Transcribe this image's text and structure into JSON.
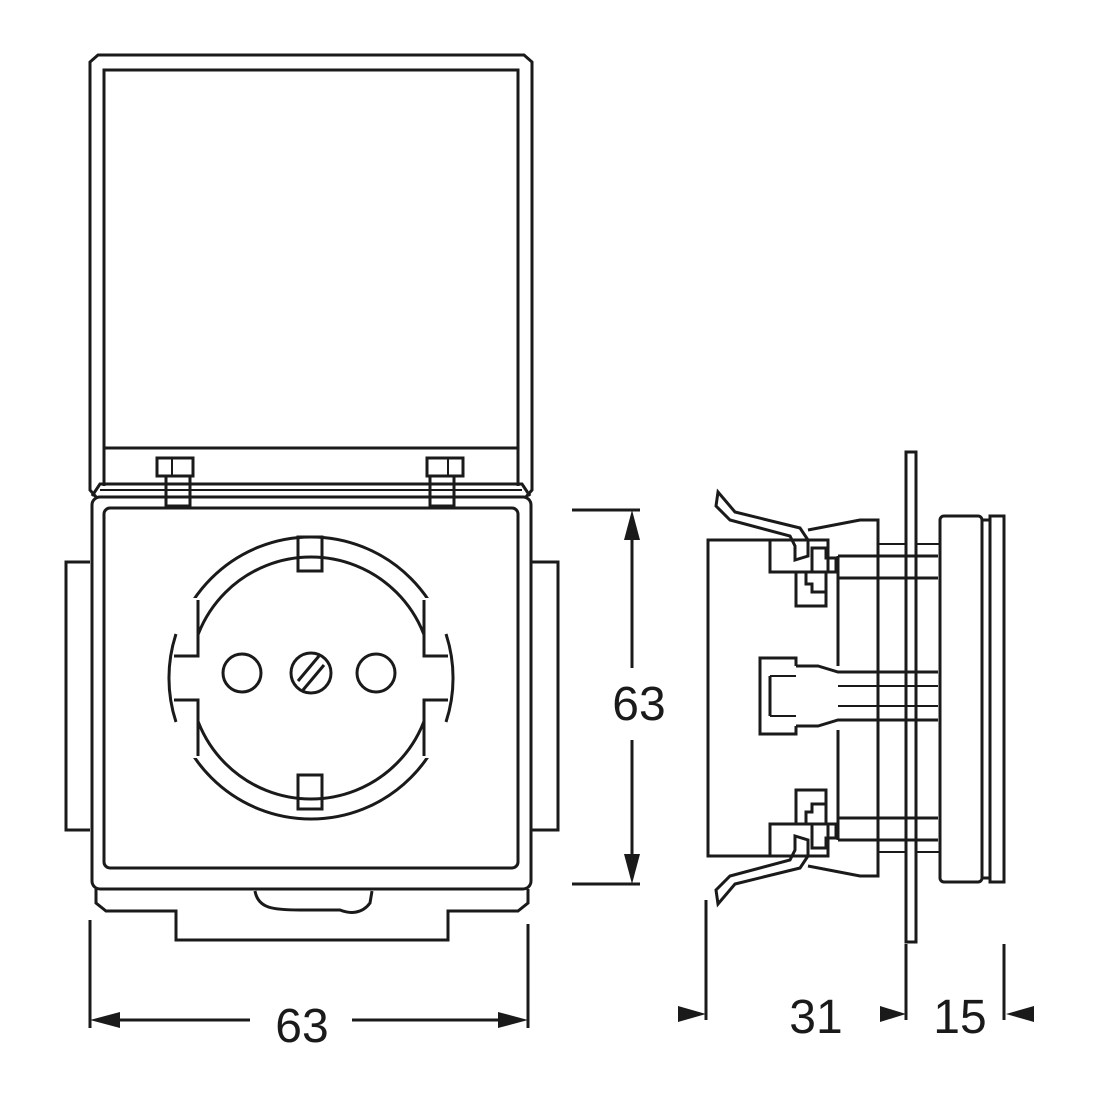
{
  "dimensions": {
    "front_width": "63",
    "front_height": "63",
    "side_depth_mounting": "31",
    "side_depth_front": "15"
  },
  "colors": {
    "line": "#1a1a1a",
    "background": "#ffffff"
  }
}
